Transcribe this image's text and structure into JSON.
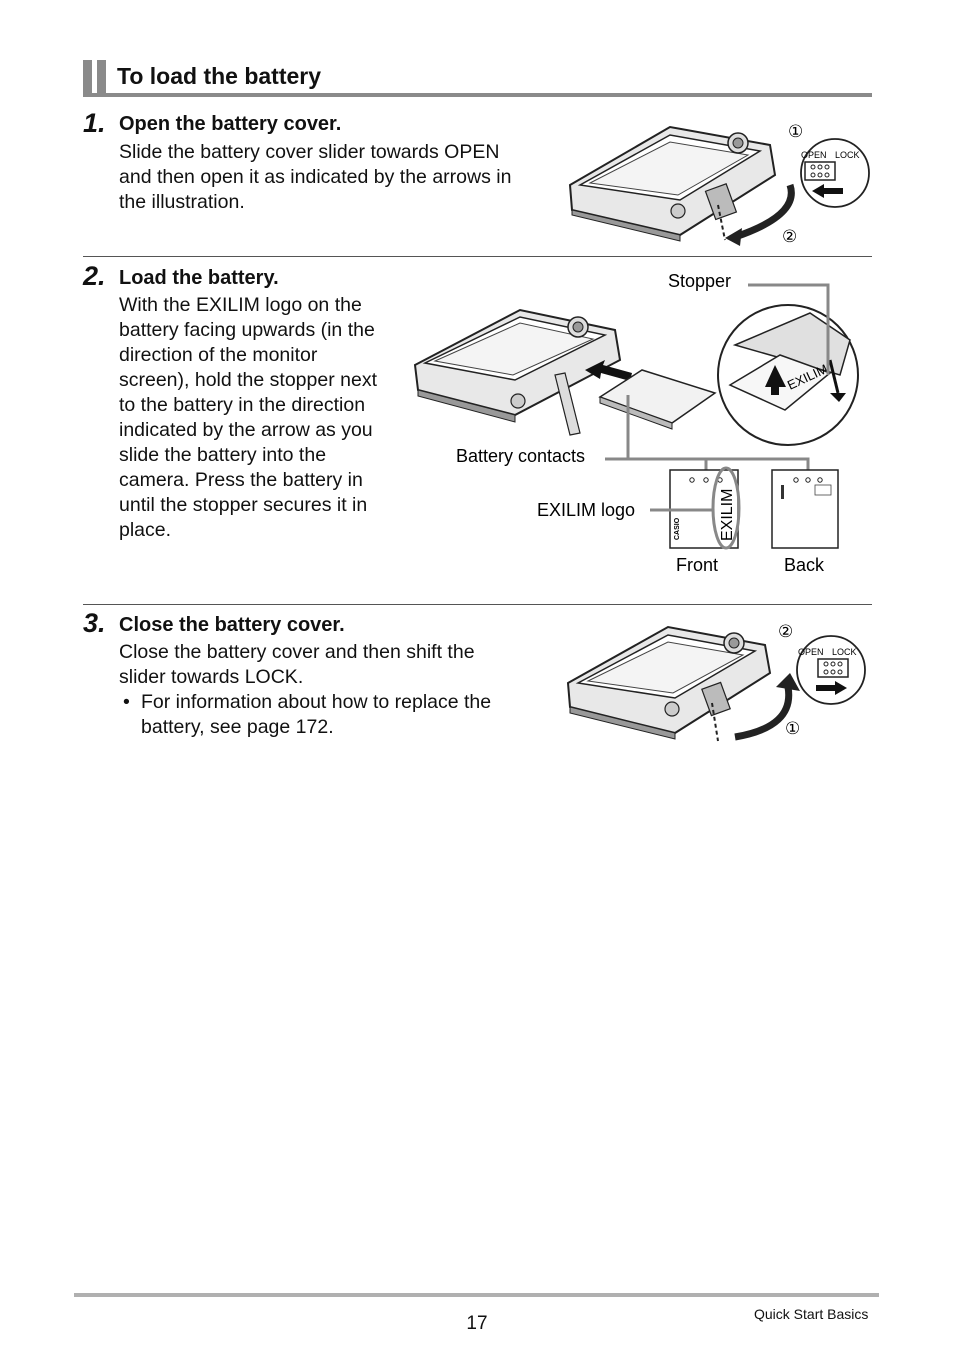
{
  "section": {
    "title": "To load the battery"
  },
  "steps": [
    {
      "number": "1.",
      "title": "Open the battery cover.",
      "lines": [
        "Slide the battery cover slider towards OPEN",
        "and then open it as indicated by the arrows in",
        "the illustration."
      ],
      "figure": {
        "marker_a": "①",
        "marker_b": "②",
        "switch_left": "OPEN",
        "switch_right": "LOCK"
      }
    },
    {
      "number": "2.",
      "title": "Load the battery.",
      "lines": [
        "With the EXILIM logo on the",
        "battery facing upwards (in the",
        "direction of the monitor",
        "screen), hold the stopper next",
        "to the battery in the direction",
        "indicated by the arrow as you",
        "slide the battery into the",
        "camera. Press the battery in",
        "until the stopper secures it in",
        "place."
      ],
      "figure": {
        "label_stopper": "Stopper",
        "label_contacts": "Battery contacts",
        "label_logo": "EXILIM logo",
        "label_front": "Front",
        "label_back": "Back",
        "battery_brand": "CASIO",
        "battery_logo": "EXILIM"
      }
    },
    {
      "number": "3.",
      "title": "Close the battery cover.",
      "lines": [
        "Close the battery cover and then shift the",
        "slider towards LOCK."
      ],
      "bullet": {
        "symbol": "•",
        "lines": [
          "For information about how to replace the",
          "battery, see page 172."
        ]
      },
      "figure": {
        "marker_a": "②",
        "marker_b": "①",
        "switch_left": "OPEN",
        "switch_right": "LOCK"
      }
    }
  ],
  "footer": {
    "page_number": "17",
    "section_name": "Quick Start Basics"
  }
}
